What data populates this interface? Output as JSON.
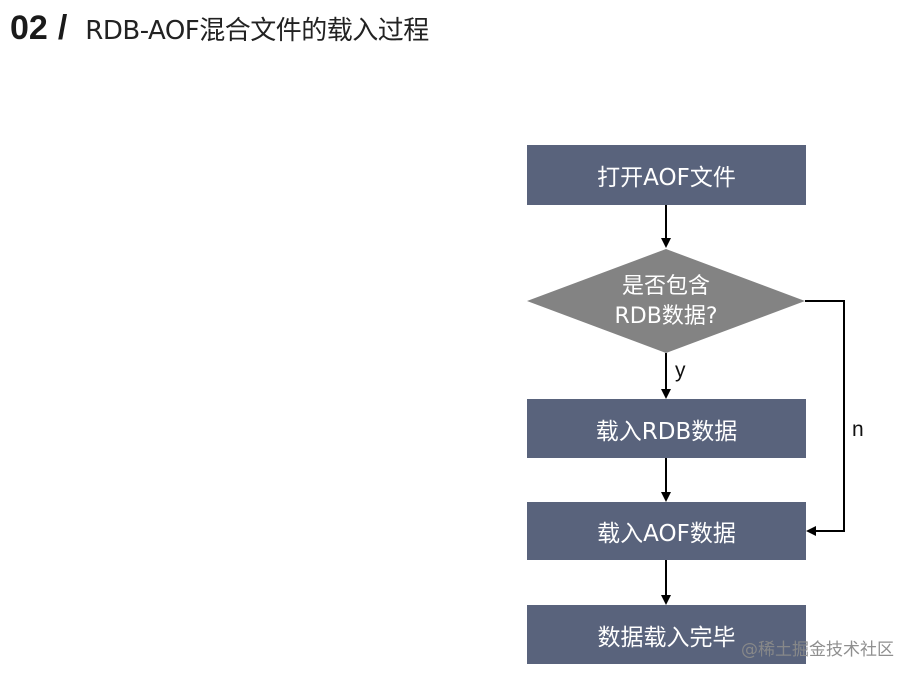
{
  "title": {
    "number": "02",
    "slash": "/",
    "text": "RDB-AOF混合文件的载入过程"
  },
  "flowchart": {
    "step1": "打开AOF文件",
    "decision_line1": "是否包含",
    "decision_line2": "RDB数据?",
    "step2": "载入RDB数据",
    "step3": "载入AOF数据",
    "step4": "数据载入完毕",
    "yes_label": "y",
    "no_label": "n"
  },
  "colors": {
    "box_fill": "#59637c",
    "diamond_fill": "#838383",
    "arrow": "#000000"
  },
  "watermark": "@稀土掘金技术社区"
}
